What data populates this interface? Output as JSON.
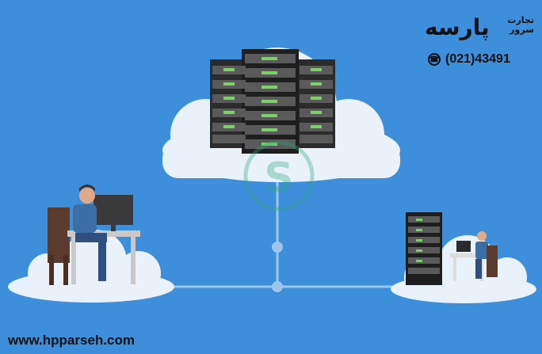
{
  "brand": {
    "name_fa": "پارسه",
    "tagline_fa": "تجارت سرور",
    "phone": "(021)43491",
    "phone_icon": "phone-icon",
    "website": "www.hpparseh.com"
  },
  "colors": {
    "background": "#3d8fdc",
    "cloud": "#e9f2fb",
    "line": "#9cc6ee",
    "server_dark": "#2b2b2b",
    "server_light": "#5a5a5a",
    "led": "#7ccf6a",
    "person_shirt": "#3a6ea5",
    "person_pants": "#2f4f7f",
    "chair": "#5a3b2e"
  },
  "icons": {
    "network_hub": "network-hub-icon",
    "watermark": "watermark-logo-icon"
  }
}
